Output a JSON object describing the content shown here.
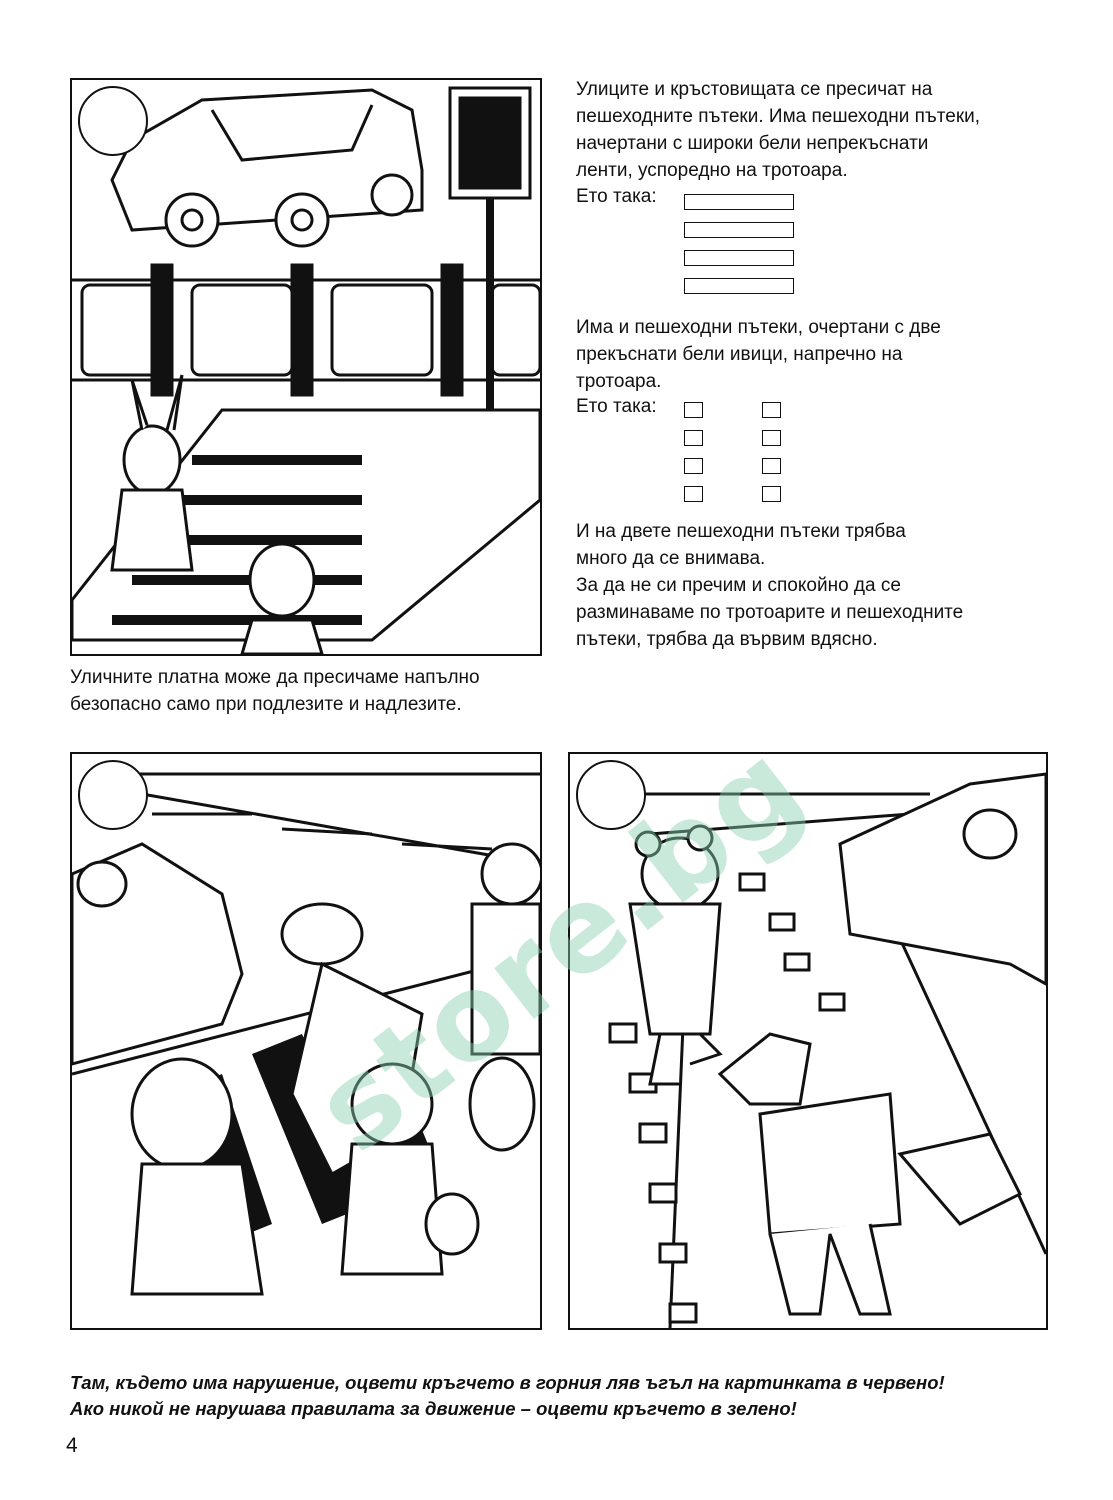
{
  "paragraph_top": "Улиците и кръстовищата се пресичат на\nпешеходните пътеки. Има пешеходни пътеки,\nначертани с широки бели непрекъснати\nленти, успоредно на тротоара.",
  "eto_taka_1": "Ето така:",
  "paragraph_middle": "Има и пешеходни пътеки, очертани с две\nпрекъснати бели ивици, напречно на\nтротоара.",
  "eto_taka_2": "Ето така:",
  "paragraph_bottom": "И на двете пешеходни пътеки трябва\nмного да се внимава.\nЗа да не си пречим и спокойно да се\nразминаваме по тротоарите и пешеходните\nпътеки, трябва да вървим вдясно.",
  "caption_left": "Уличните платна може да пресичаме напълно\nбезопасно само при подлезите и надлезите.",
  "instructions": "Там, където има нарушение, оцвети кръгчето в горния ляв ъгъл на картинката в червено!\nАко никой не нарушава правилата за движение – оцвети кръгчето в зелено!",
  "page_number": "4",
  "watermark": "store.bg",
  "colors": {
    "ink": "#111111",
    "watermark": "#8ad0b0"
  }
}
